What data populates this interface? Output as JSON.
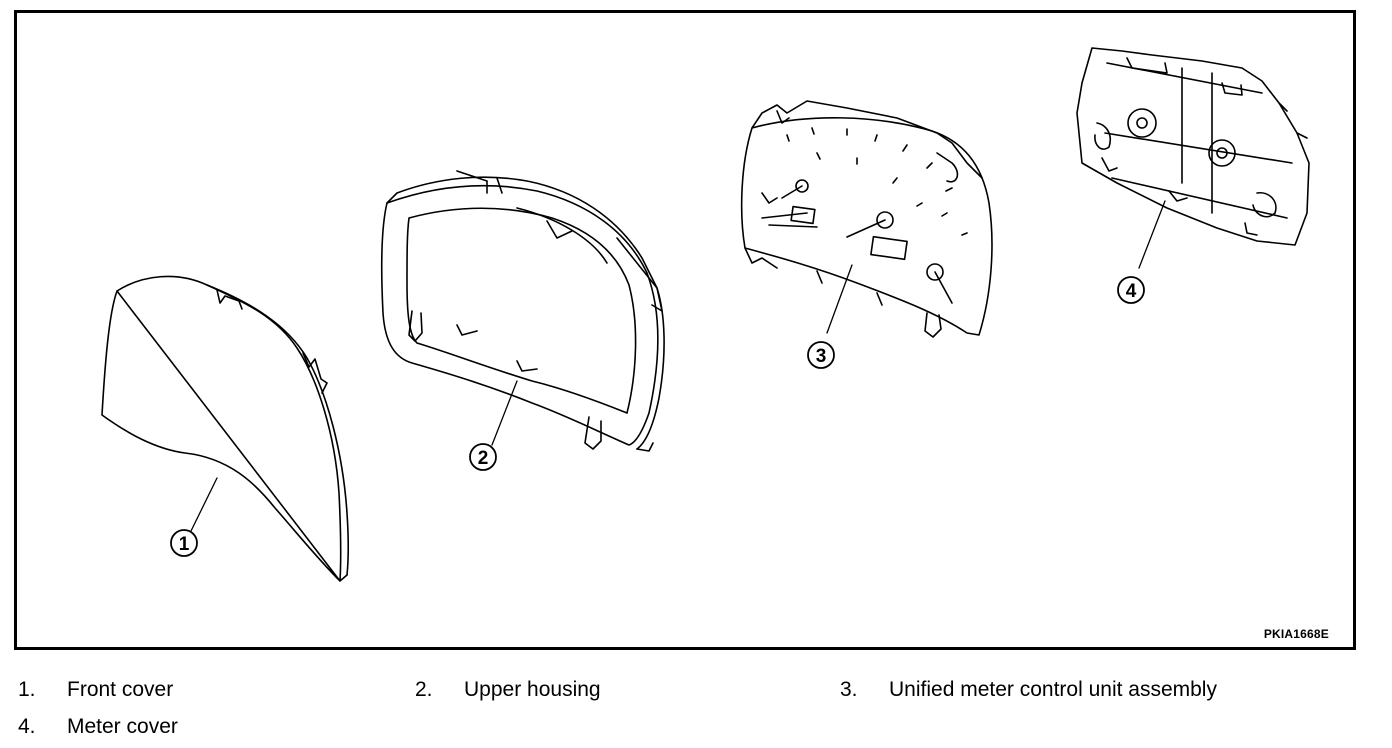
{
  "figure": {
    "code": "PKIA1668E",
    "callouts": [
      "1",
      "2",
      "3",
      "4"
    ]
  },
  "legend": [
    {
      "number": "1.",
      "label": "Front cover"
    },
    {
      "number": "2.",
      "label": "Upper housing"
    },
    {
      "number": "3.",
      "label": "Unified meter control unit assembly"
    },
    {
      "number": "4.",
      "label": "Meter cover"
    }
  ]
}
